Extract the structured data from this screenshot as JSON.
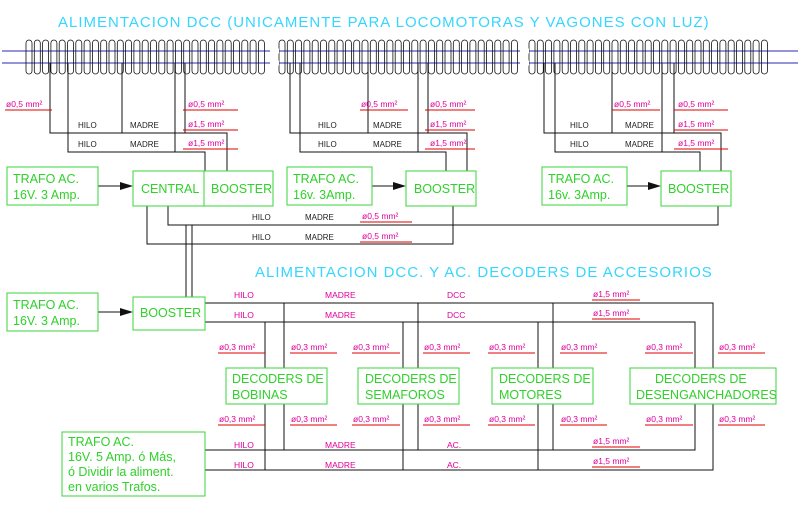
{
  "titles": {
    "top": "ALIMENTACION DCC (UNICAMENTE PARA LOCOMOTORAS Y VAGONES CON LUZ)",
    "mid": "ALIMENTACION DCC. Y AC. DECODERS DE ACCESORIOS"
  },
  "wires": {
    "hilo": "HILO",
    "madre": "MADRE",
    "dcc": "DCC",
    "ac": "AC.",
    "d05": "ø0,5 mm²",
    "d15": "ø1,5 mm²",
    "d03": "ø0,3 mm²"
  },
  "boxes": {
    "trafo1": [
      "TRAFO AC.",
      "16V. 3 Amp."
    ],
    "trafo2": [
      "TRAFO AC.",
      "16v. 3Amp."
    ],
    "trafo3": [
      "TRAFO AC.",
      "16v. 3Amp."
    ],
    "trafo4": [
      "TRAFO AC.",
      "16V. 3 Amp."
    ],
    "trafo5": [
      "TRAFO AC.",
      "16V. 5 Amp. ó Más,",
      "ó Dividir la aliment.",
      "en varios Trafos."
    ],
    "central": "CENTRAL",
    "booster": "BOOSTER",
    "dec_bobinas": [
      "DECODERS DE",
      "BOBINAS"
    ],
    "dec_semaforos": [
      "DECODERS DE",
      "SEMAFOROS"
    ],
    "dec_motores": [
      "DECODERS DE",
      "MOTORES"
    ],
    "dec_desenganch": [
      "DECODERS DE",
      "DESENGANCHADORES"
    ]
  },
  "colors": {
    "title": "#35d6ff",
    "box": "#39d639",
    "wire_label": "#e0009b",
    "red": "#e00000",
    "rail": "#2a2ab8"
  }
}
